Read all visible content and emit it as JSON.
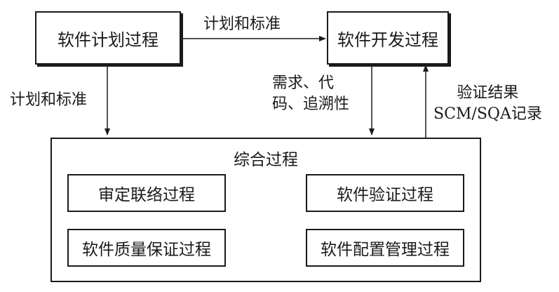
{
  "nodes": {
    "planning": "软件计划过程",
    "development": "软件开发过程",
    "integral": "综合过程",
    "liaison": "审定联络过程",
    "verification": "软件验证过程",
    "quality": "软件质量保证过程",
    "configuration": "软件配置管理过程"
  },
  "edges": {
    "planning_to_development": "计划和标准",
    "planning_to_integral": "计划和标准",
    "development_to_integral_line1": "需求、代",
    "development_to_integral_line2": "码、追溯性",
    "integral_to_development_line1": "验证结果",
    "integral_to_development_line2": "SCM/SQA记录"
  }
}
